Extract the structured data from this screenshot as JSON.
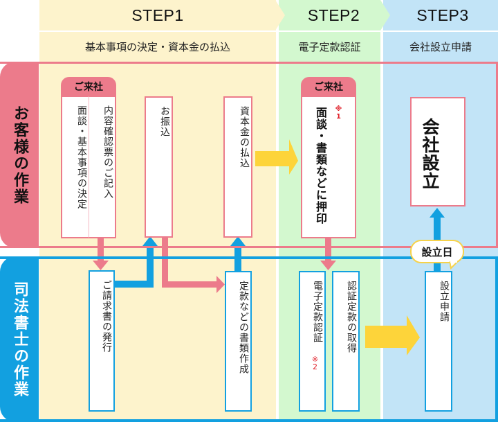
{
  "steps": [
    {
      "label": "STEP1",
      "subtitle": "基本事項の決定・資本金の払込"
    },
    {
      "label": "STEP2",
      "subtitle": "電子定款認証"
    },
    {
      "label": "STEP3",
      "subtitle": "会社設立申請"
    }
  ],
  "lanes": {
    "customer": {
      "label": "お客様の作業",
      "color": "#ec7b8b"
    },
    "scrivener": {
      "label": "司法書士の作業",
      "color": "#12a0e0"
    }
  },
  "colors": {
    "step1_bg": "#fdf3cc",
    "step2_bg": "#d3f8cf",
    "step3_bg": "#c2e4f7",
    "flow_arrow": "#fdd43a",
    "note_red": "#e0202a"
  },
  "customer_tasks": {
    "visit_label_1": "ご来社",
    "meeting_decision": "面談・基本事項の決定",
    "content_form": "内容確認票のご記入",
    "transfer": "お振込",
    "capital_payment": "資本金の払込",
    "visit_label_2": "ご来社",
    "stamp_documents": "面談・書類などに押印",
    "stamp_note": "※1",
    "company_established": "会社設立"
  },
  "scrivener_tasks": {
    "invoice": "ご請求書の発行",
    "documents": "定款などの書類作成",
    "e_notarization": "電子定款認証",
    "e_notarization_note": "※2",
    "obtain_articles": "認証定款の取得",
    "registration_application": "設立申請"
  },
  "callout": {
    "label": "設立日"
  }
}
